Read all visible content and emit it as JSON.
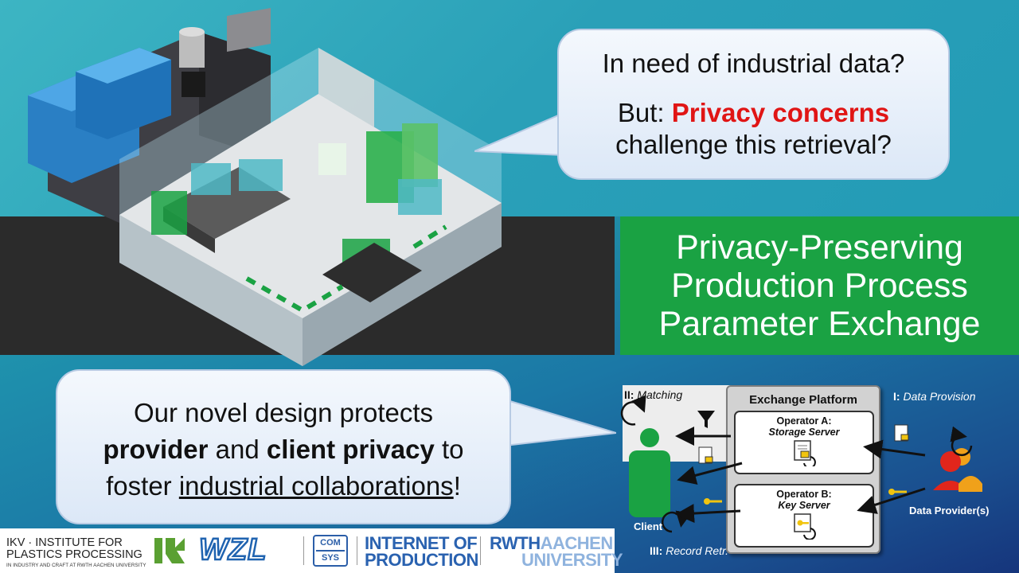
{
  "top_bubble": {
    "line1": "In need of industrial data?",
    "line2_prefix": "But: ",
    "line2_highlight": "Privacy concerns",
    "line3": "challenge this retrieval?"
  },
  "title_box": {
    "line1": "Privacy-Preserving",
    "line2": "Production Process",
    "line3": "Parameter Exchange"
  },
  "bottom_bubble": {
    "p1": "Our novel design protects",
    "b1": "provider",
    "p2": " and ",
    "b2": "client privacy",
    "p3": " to",
    "p4": "foster ",
    "u1": "industrial collaborations",
    "p5": "!"
  },
  "diagram": {
    "matching_num": "II:",
    "matching": "Matching",
    "platform_title": "Exchange Platform",
    "operator_a": "Operator A:",
    "storage_server": "Storage Server",
    "operator_b": "Operator B:",
    "key_server": "Key Server",
    "provision_num": "I:",
    "provision": "Data Provision",
    "retrieval_num": "III:",
    "retrieval": "Record Retr.",
    "client": "Client",
    "providers": "Data Provider(s)"
  },
  "logos": {
    "ikv_line1": "IKV · INSTITUTE FOR",
    "ikv_line2": "PLASTICS PROCESSING",
    "ikv_line3": "IN INDUSTRY AND CRAFT AT RWTH AACHEN UNIVERSITY",
    "wzl": "WZL",
    "comsys_1": "COM",
    "comsys_2": "SYS",
    "iop_1": "INTERNET OF",
    "iop_2": "PRODUCTION",
    "rwth_1": "RWTH",
    "rwth_1b": "AACHEN",
    "rwth_2": "UNIVERSITY"
  },
  "colors": {
    "accent_green": "#1aa243",
    "highlight_red": "#e01515",
    "dark_band": "#2b2b2b",
    "logo_blue": "#2a62b0"
  },
  "icons": [
    "factory-illustration",
    "person-icon",
    "people-group-icon",
    "document-lock-icon",
    "key-icon",
    "funnel-icon",
    "cycle-arrow-icon"
  ]
}
